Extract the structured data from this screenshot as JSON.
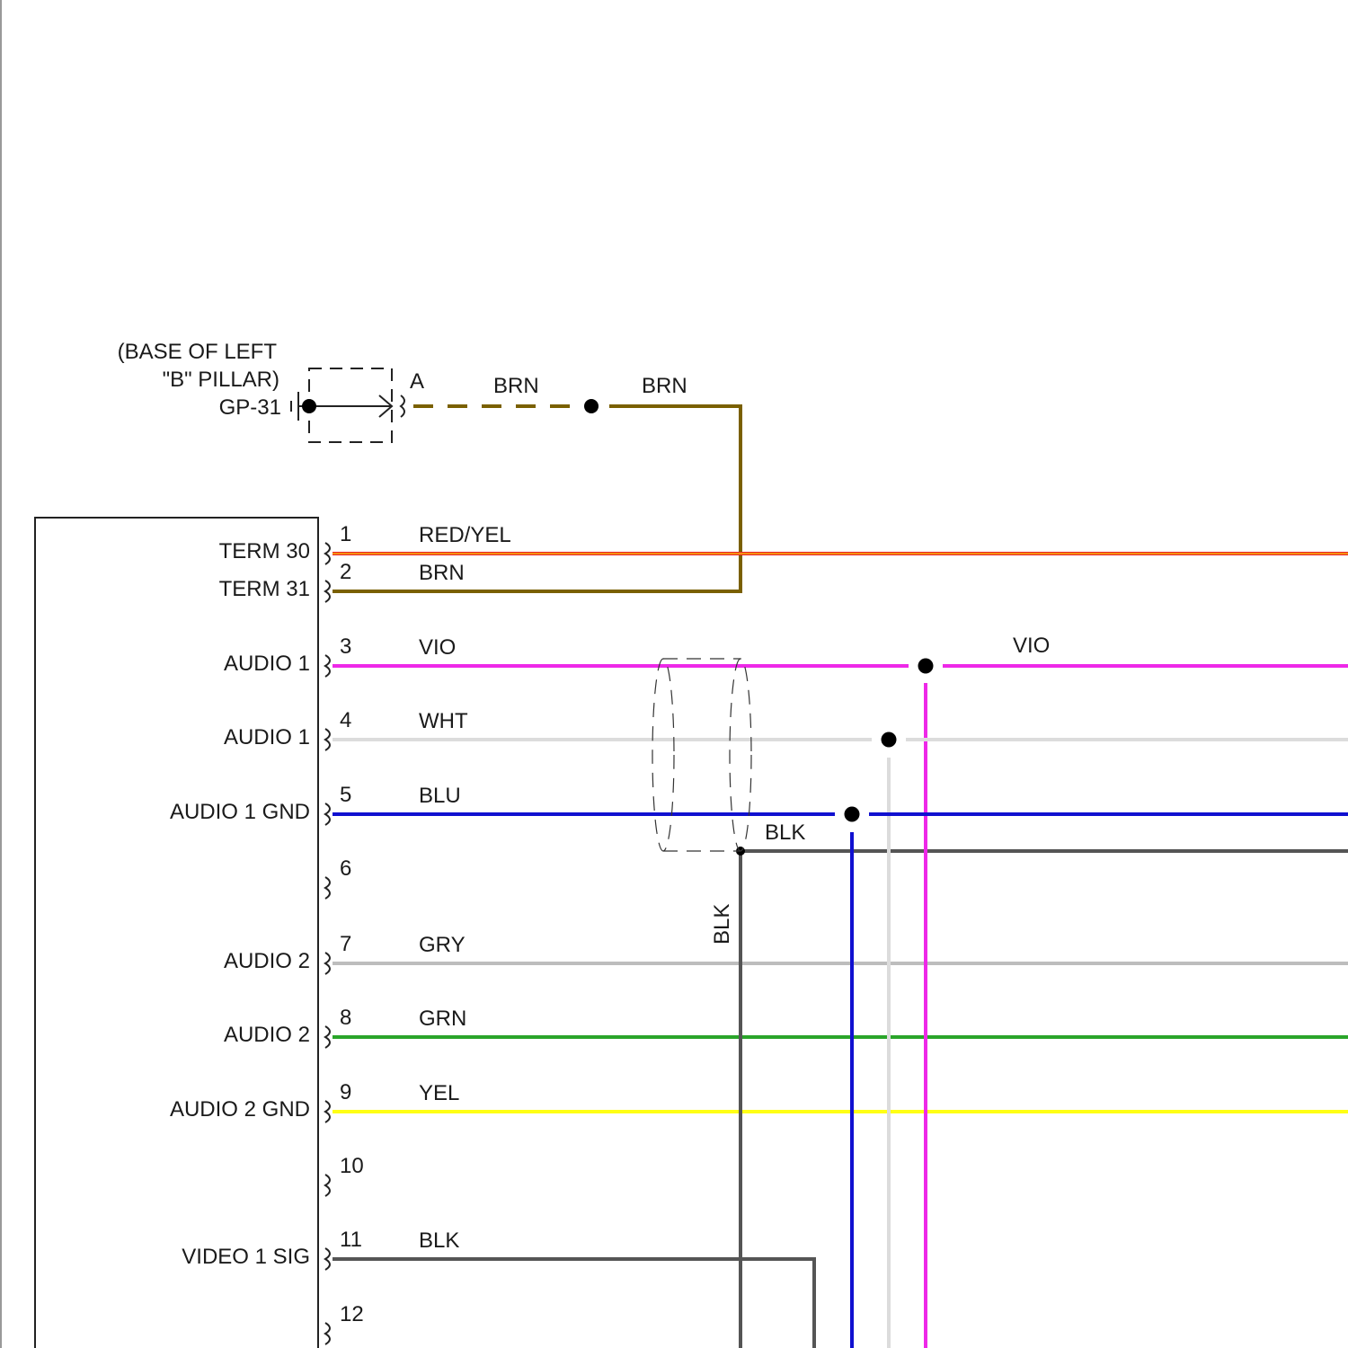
{
  "ground": {
    "location_line1": "(BASE OF LEFT",
    "location_line2": "\"B\" PILLAR)",
    "id": "GP-31",
    "terminal": "A"
  },
  "ground_wire_labels": [
    "BRN",
    "BRN"
  ],
  "colors": {
    "RED/YEL": "#e8242a",
    "RED/YEL stripe": "#ffd200",
    "BRN": "#7a6000",
    "VIO": "#ee28e8",
    "WHT": "#dcdcdc",
    "BLU": "#1010d0",
    "BLK": "#555555",
    "GRY": "#bdbdbd",
    "GRN": "#2aa52a",
    "YEL": "#ffff14"
  },
  "pins": [
    {
      "pin": "1",
      "function": "TERM 30",
      "wire": "RED/YEL"
    },
    {
      "pin": "2",
      "function": "TERM 31",
      "wire": "BRN"
    },
    {
      "pin": "3",
      "function": "AUDIO 1",
      "wire": "VIO"
    },
    {
      "pin": "4",
      "function": "AUDIO 1",
      "wire": "WHT"
    },
    {
      "pin": "5",
      "function": "AUDIO 1 GND",
      "wire": "BLU"
    },
    {
      "pin": "6",
      "function": "",
      "wire": ""
    },
    {
      "pin": "7",
      "function": "AUDIO 2",
      "wire": "GRY"
    },
    {
      "pin": "8",
      "function": "AUDIO 2",
      "wire": "GRN"
    },
    {
      "pin": "9",
      "function": "AUDIO 2 GND",
      "wire": "YEL"
    },
    {
      "pin": "10",
      "function": "",
      "wire": ""
    },
    {
      "pin": "11",
      "function": "VIDEO 1 SIG",
      "wire": "BLK"
    },
    {
      "pin": "12",
      "function": "",
      "wire": ""
    }
  ],
  "extra_labels": {
    "vio_right": "VIO",
    "shield_drain_horizontal": "BLK",
    "shield_drain_vertical": "BLK"
  }
}
